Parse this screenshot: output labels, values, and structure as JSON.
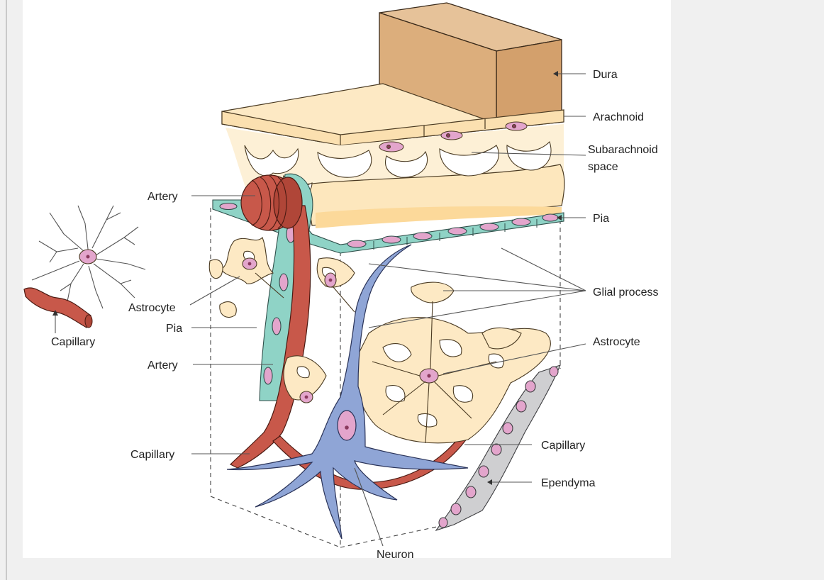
{
  "labels": {
    "dura": "Dura",
    "arachnoid": "Arachnoid",
    "subarachnoid_1": "Subarachnoid",
    "subarachnoid_2": "space",
    "pia_right": "Pia",
    "glial_process": "Glial process",
    "astrocyte_right": "Astrocyte",
    "capillary_right": "Capillary",
    "ependyma": "Ependyma",
    "neuron": "Neuron",
    "artery_top": "Artery",
    "astrocyte_left": "Astrocyte",
    "pia_left": "Pia",
    "artery_left": "Artery",
    "capillary_left": "Capillary",
    "capillary_inset": "Capillary"
  },
  "colors": {
    "dura": "#dcae7c",
    "meninges": "#fde9c4",
    "pia": "#8fd3c6",
    "artery": "#c8584a",
    "neuron": "#8fa5d6",
    "nucleus": "#e3a5cc",
    "ependyma": "#cfcfd1"
  }
}
